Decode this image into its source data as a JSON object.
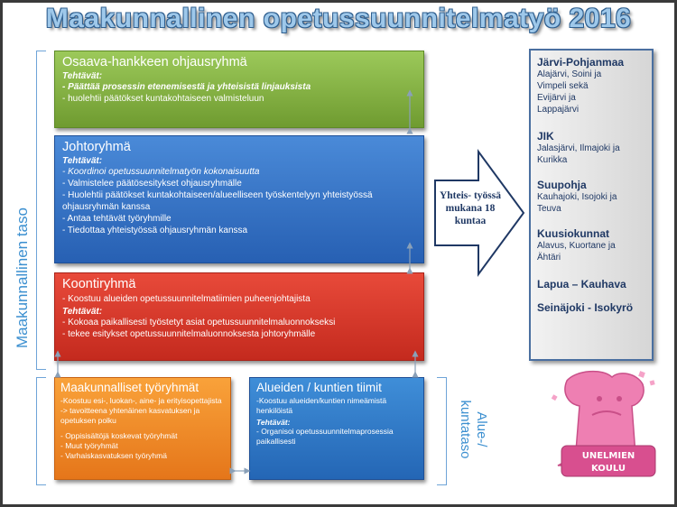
{
  "title": "Maakunnallinen opetussuunnitelmatyö 2016",
  "side_labels": {
    "left": "Maakunnallinen taso",
    "right": "Alue-/ kuntataso"
  },
  "boxes": {
    "osaava": {
      "title": "Osaava-hankkeen ohjausryhmä",
      "tasks_label": "Tehtävät:",
      "lines": [
        "- Päättää prosessin etenemisestä ja yhteisistä linjauksista",
        "- huolehtii  päätökset kuntakohtaiseen valmisteluun"
      ]
    },
    "johto": {
      "title": "Johtoryhmä",
      "tasks_label": "Tehtävät:",
      "lines": [
        "- Koordinoi opetussuunnitelmatyön kokonaisuutta",
        "- Valmistelee päätösesitykset  ohjausryhmälle",
        "- Huolehtii päätökset kuntakohtaiseen/alueelliseen työskentelyyn yhteistyössä ohjausryhmän kanssa",
        "- Antaa tehtävät  työryhmille",
        "- Tiedottaa yhteistyössä ohjausryhmän kanssa"
      ]
    },
    "koonti": {
      "title": "Koontiryhmä",
      "intro": "- Koostuu alueiden opetussuunnitelmatiimien puheenjohtajista",
      "tasks_label": "Tehtävät:",
      "lines": [
        "- Kokoaa paikallisesti työstetyt  asiat opetussuunnitelmaluonnokseksi",
        "- tekee esitykset opetussuunnitelmaluonnoksesta johtoryhmälle"
      ]
    },
    "tyoryhmat": {
      "title": "Maakunnalliset työryhmät",
      "intro": "-Koostuu esi-, luokan-, aine- ja erityisopettajista -> tavoitteena yhtenäinen kasvatuksen ja opetuksen polku",
      "lines": [
        "-     Oppisisältöjä koskevat työryhmät",
        "-     Muut työryhmät",
        "-     Varhaiskasvatuksen työryhmä"
      ]
    },
    "tiimit": {
      "title": "Alueiden / kuntien tiimit",
      "intro": "-Koostuu alueiden/kuntien nimeämistä henkilöistä",
      "tasks_label": "Tehtävät:",
      "lines": [
        "- Organisoi opetussuunnitelmaprosessia paikallisesti"
      ]
    }
  },
  "arrow_text": "Yhteis- työssä mukana 18 kuntaa",
  "regions": [
    {
      "head": "Järvi-Pohjanmaa",
      "items": [
        "Alajärvi, Soini ja",
        "Vimpeli sekä",
        "Evijärvi ja",
        "Lappajärvi"
      ]
    },
    {
      "head": "JIK",
      "items": [
        "Jalasjärvi, Ilmajoki ja",
        "Kurikka"
      ]
    },
    {
      "head": "Suupohja",
      "items": [
        "Kauhajoki, Isojoki ja",
        "Teuva"
      ]
    },
    {
      "head": "Kuusiokunnat",
      "items": [
        "Alavus, Kuortane ja",
        "Ähtäri"
      ]
    },
    {
      "head": "Lapua – Kauhava",
      "items": []
    },
    {
      "head": "Seinäjoki - Isokyrö",
      "items": []
    }
  ],
  "logo_text": "UNELMIEN KOULU",
  "colors": {
    "green": "#8bbd4a",
    "blue": "#3575c8",
    "red": "#d8382a",
    "orange": "#f08a26",
    "title": "#9ec8ea"
  }
}
